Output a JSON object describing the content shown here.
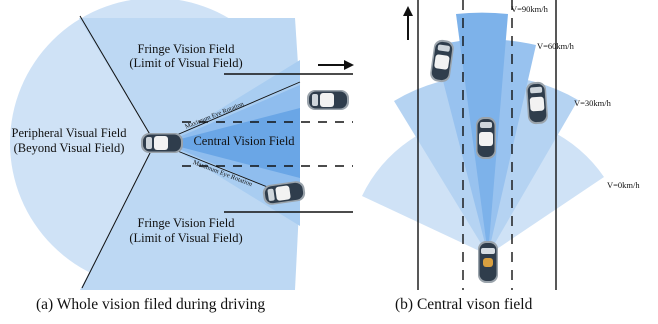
{
  "panel_a": {
    "labels": {
      "fringe_top_1": "Fringe Vision Field",
      "fringe_top_2": "(Limit of Visual Field)",
      "peripheral_1": "Peripheral Visual Field",
      "peripheral_2": "(Beyond Visual Field)",
      "central": "Central Vision Field",
      "max_eye_top": "Maximum Eye Rotation",
      "max_eye_bottom": "Maximum Eye Rotation",
      "fringe_bottom_1": "Fringe Vision Field",
      "fringe_bottom_2": "(Limit of Visual Field)"
    },
    "caption": "(a) Whole vision filed during driving"
  },
  "panel_b": {
    "speeds": [
      "V=90km/h",
      "V=60km/h",
      "V=30km/h",
      "V=0km/h"
    ],
    "caption": "(b) Central vison field"
  },
  "colors": {
    "peripheral": "#cfe2f6",
    "fringe": "#bdd8f3",
    "central_light": "#a9cdf1",
    "central_mid": "#8fbdee",
    "central_dark": "#6aa6e6",
    "road_line": "#111111",
    "car_body": "#3b4a5a"
  }
}
